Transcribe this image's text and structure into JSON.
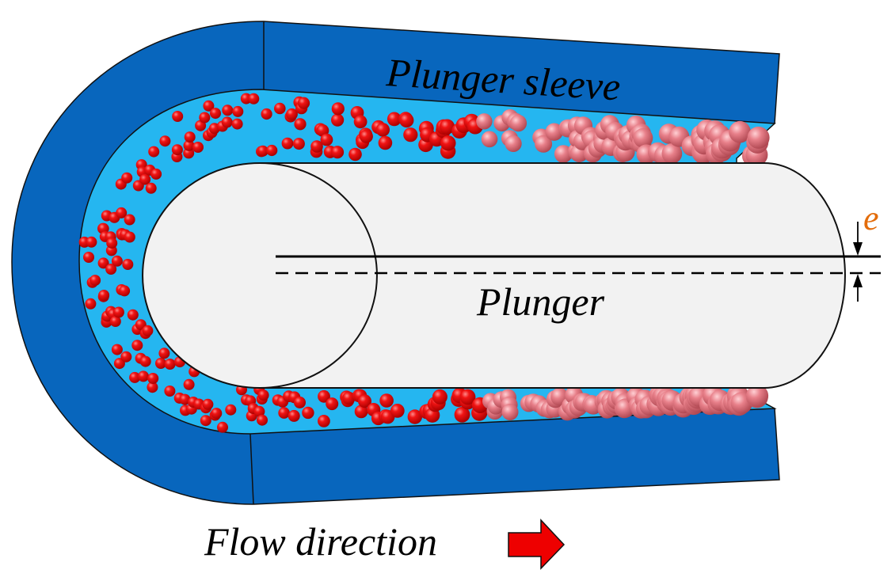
{
  "labels": {
    "sleeve": "Plunger sleeve",
    "plunger": "Plunger",
    "eccentricity": "e",
    "flow": "Flow direction"
  },
  "colors": {
    "sleeve": "#0866bd",
    "fluid": "#25b6f0",
    "plunger": "#f2f2f2",
    "particle_dark": "#e00000",
    "particle_light": "#e57a80",
    "flow_arrow": "#ee0000",
    "eccentricity_label": "#e36c0a",
    "outline": "#111111"
  },
  "icons": {
    "flow_arrow": "right-arrow-icon"
  }
}
